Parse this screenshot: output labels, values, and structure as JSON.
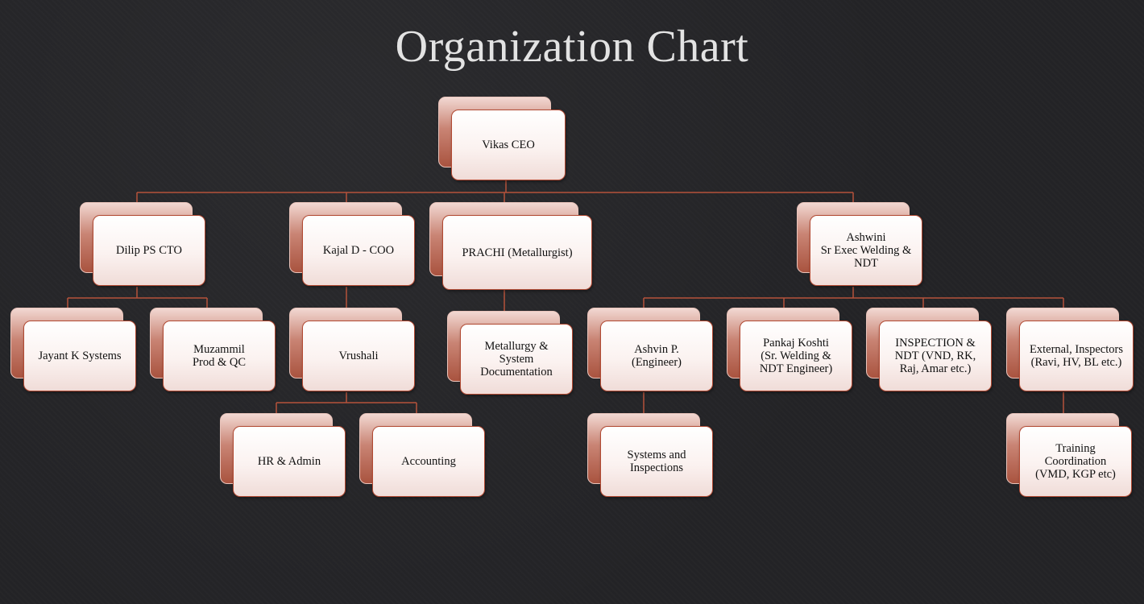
{
  "title": "Organization Chart",
  "colors": {
    "background": "#232326",
    "connector": "#b5523b",
    "card_border": "#b24a33",
    "card_back": "#c98474"
  },
  "nodes": {
    "ceo": "Vikas CEO",
    "cto": "Dilip PS CTO",
    "coo": "Kajal D - COO",
    "metallurgist": "PRACHI (Metallurgist)",
    "welding_ndt": "Ashwini\nSr  Exec Welding &\nNDT",
    "jayant": "Jayant K Systems",
    "muzammil": "Muzammil\nProd & QC",
    "vrushali": "Vrushali",
    "hr": "HR & Admin",
    "accounting": "Accounting",
    "metallurgy_docs": "Metallurgy &\nSystem\nDocumentation",
    "ashvin": "Ashvin P.\n(Engineer)",
    "pankaj": "Pankaj Koshti\n(Sr. Welding &\nNDT Engineer)",
    "inspection": "INSPECTION &\nNDT (VND, RK,\nRaj, Amar etc.)",
    "external": "External, Inspectors\n(Ravi, HV, BL etc.)",
    "systems_insp": "Systems and\nInspections",
    "training": "Training\nCoordination\n(VMD, KGP etc)"
  }
}
